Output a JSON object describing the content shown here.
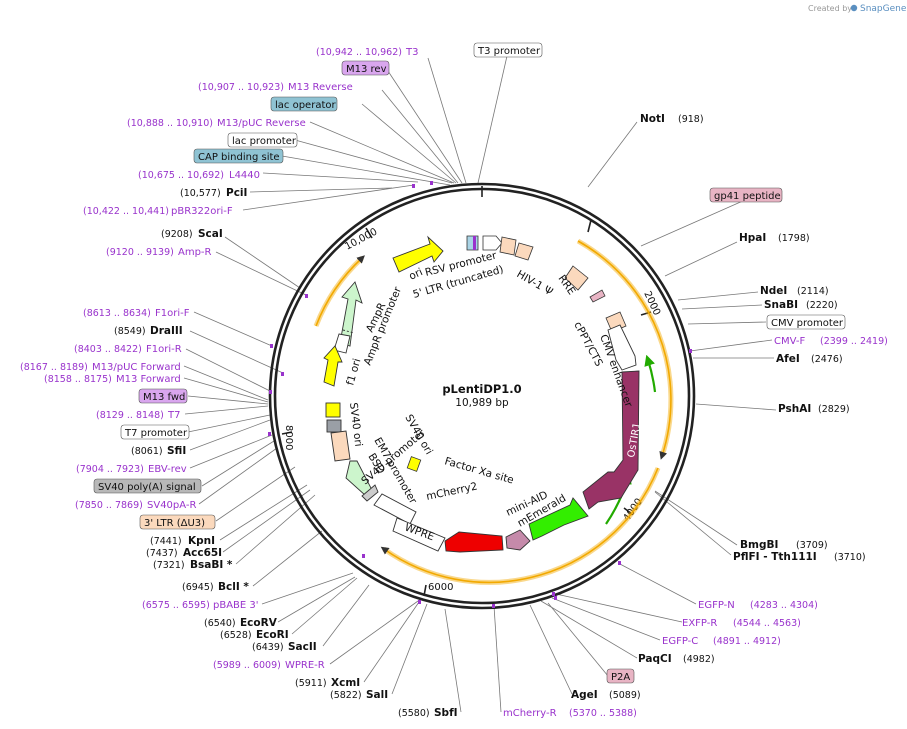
{
  "credit": {
    "prefix": "Created by",
    "brand": "SnapGene"
  },
  "center": {
    "name": "pLentiDP1.0",
    "size": "10,989 bp"
  },
  "ticks": [
    "10,000",
    "2000",
    "4000",
    "6000",
    "8000"
  ],
  "left_labels": [
    {
      "range": "(10,942 .. 10,962)",
      "name": "T3",
      "style": "purple"
    },
    {
      "name": "M13 rev",
      "style": "box",
      "box_color": "#d9a6ee"
    },
    {
      "range": "(10,907 .. 10,923)",
      "name": "M13 Reverse",
      "style": "purple"
    },
    {
      "name": "lac operator",
      "style": "box",
      "box_color": "#8fc3d3"
    },
    {
      "range": "(10,888 .. 10,910)",
      "name": "M13/pUC Reverse",
      "style": "purple"
    },
    {
      "name": "lac promoter",
      "style": "box",
      "box_color": "#ffffff"
    },
    {
      "name": "CAP binding site",
      "style": "box",
      "box_color": "#8fc3d3"
    },
    {
      "range": "(10,675 .. 10,692)",
      "name": "L4440",
      "style": "purple"
    },
    {
      "range": "(10,577)",
      "name": "PciI",
      "style": "black"
    },
    {
      "range": "(10,422 .. 10,441)",
      "name": "pBR322ori-F",
      "style": "purple"
    },
    {
      "range": "(9208)",
      "name": "ScaI",
      "style": "black"
    },
    {
      "range": "(9120 .. 9139)",
      "name": "Amp-R",
      "style": "purple"
    },
    {
      "range": "(8613 .. 8634)",
      "name": "F1ori-F",
      "style": "purple"
    },
    {
      "range": "(8549)",
      "name": "DraIII",
      "style": "black"
    },
    {
      "range": "(8403 .. 8422)",
      "name": "F1ori-R",
      "style": "purple"
    },
    {
      "range": "(8167 .. 8189)",
      "name": "M13/pUC Forward",
      "style": "purple"
    },
    {
      "range": "(8158 .. 8175)",
      "name": "M13 Forward",
      "style": "purple"
    },
    {
      "name": "M13 fwd",
      "style": "box",
      "box_color": "#d9a6ee"
    },
    {
      "range": "(8129 .. 8148)",
      "name": "T7",
      "style": "purple"
    },
    {
      "name": "T7 promoter",
      "style": "box",
      "box_color": "#ffffff"
    },
    {
      "range": "(8061)",
      "name": "SfiI",
      "style": "black"
    },
    {
      "range": "(7904 .. 7923)",
      "name": "EBV-rev",
      "style": "purple"
    },
    {
      "name": "SV40 poly(A) signal",
      "style": "box",
      "box_color": "#b8b8b8"
    },
    {
      "range": "(7850 .. 7869)",
      "name": "SV40pA-R",
      "style": "purple"
    },
    {
      "name": "3' LTR (ΔU3)",
      "style": "box",
      "box_color": "#fbd9bd"
    },
    {
      "range": "(7441)",
      "name": "KpnI",
      "style": "black"
    },
    {
      "range": "(7437)",
      "name": "Acc65I",
      "style": "black"
    },
    {
      "range": "(7321)",
      "name": "BsaBI *",
      "style": "black"
    },
    {
      "range": "(6945)",
      "name": "BclI *",
      "style": "black"
    },
    {
      "range": "(6575 .. 6595)",
      "name": "pBABE 3'",
      "style": "purple"
    },
    {
      "range": "(6540)",
      "name": "EcoRV",
      "style": "black"
    },
    {
      "range": "(6528)",
      "name": "EcoRI",
      "style": "black"
    },
    {
      "range": "(6439)",
      "name": "SacII",
      "style": "black"
    },
    {
      "range": "(5989 .. 6009)",
      "name": "WPRE-R",
      "style": "purple"
    },
    {
      "range": "(5911)",
      "name": "XcmI",
      "style": "black"
    },
    {
      "range": "(5822)",
      "name": "SalI",
      "style": "black"
    },
    {
      "range": "(5580)",
      "name": "SbfI",
      "style": "black"
    }
  ],
  "right_labels": [
    {
      "name": "T3 promoter",
      "style": "box",
      "box_color": "#ffffff"
    },
    {
      "name": "NotI",
      "range": "(918)",
      "style": "black"
    },
    {
      "name": "gp41 peptide",
      "style": "box",
      "box_color": "#e8b4c4"
    },
    {
      "name": "HpaI",
      "range": "(1798)",
      "style": "black"
    },
    {
      "name": "NdeI",
      "range": "(2114)",
      "style": "black"
    },
    {
      "name": "SnaBI",
      "range": "(2220)",
      "style": "black"
    },
    {
      "name": "CMV promoter",
      "style": "box",
      "box_color": "#ffffff"
    },
    {
      "name": "CMV-F",
      "range": "(2399 .. 2419)",
      "style": "purple"
    },
    {
      "name": "AfeI",
      "range": "(2476)",
      "style": "black"
    },
    {
      "name": "PshAI",
      "range": "(2829)",
      "style": "black"
    },
    {
      "name": "BmgBI",
      "range": "(3709)",
      "style": "black"
    },
    {
      "name": "PflFI - Tth111I",
      "range": "(3710)",
      "style": "black"
    },
    {
      "name": "EGFP-N",
      "range": "(4283 .. 4304)",
      "style": "purple"
    },
    {
      "name": "EXFP-R",
      "range": "(4544 .. 4563)",
      "style": "purple"
    },
    {
      "name": "EGFP-C",
      "range": "(4891 .. 4912)",
      "style": "purple"
    },
    {
      "name": "PaqCI",
      "range": "(4982)",
      "style": "black"
    },
    {
      "name": "P2A",
      "style": "box",
      "box_color": "#e8b4c4"
    },
    {
      "name": "AgeI",
      "range": "(5089)",
      "style": "black"
    },
    {
      "name": "mCherry-R",
      "range": "(5370 .. 5388)",
      "style": "purple"
    }
  ],
  "features": [
    {
      "name": "ori",
      "color": "#ffff00"
    },
    {
      "name": "AmpR",
      "color": "#ccf5cc"
    },
    {
      "name": "AmpR promoter",
      "color": "#ffffff"
    },
    {
      "name": "f1 ori",
      "color": "#ffff00"
    },
    {
      "name": "SV40 ori",
      "color": "#ffff00"
    },
    {
      "name": "EM7 promoter",
      "color": "#ffffff"
    },
    {
      "name": "BSD",
      "color": "#ccf5cc"
    },
    {
      "name": "SV40 promoter",
      "color": "#ffffff"
    },
    {
      "name": "WPRE",
      "color": "#ffffff"
    },
    {
      "name": "mCherry2",
      "color": "#ee0000"
    },
    {
      "name": "mini-AID",
      "color": "#c58aaa"
    },
    {
      "name": "mEmerald",
      "color": "#33ee00"
    },
    {
      "name": "OsTIR1",
      "color": "#993366"
    },
    {
      "name": "CMV enhancer",
      "color": "#ffffff"
    },
    {
      "name": "cPPT/CTS",
      "color": "#fbd9bd"
    },
    {
      "name": "RRE",
      "color": "#fbd9bd"
    },
    {
      "name": "HIV-1 Ψ",
      "color": "#fbd9bd"
    },
    {
      "name": "RSV promoter",
      "color": "#ffffff"
    },
    {
      "name": "5' LTR (truncated)",
      "color": "#fbd9bd"
    },
    {
      "name": "Factor Xa site",
      "color": "#ffff00"
    }
  ],
  "colors": {
    "backbone": "#222222",
    "orange_arc": "#f2a900",
    "purple_text": "#9933cc"
  }
}
